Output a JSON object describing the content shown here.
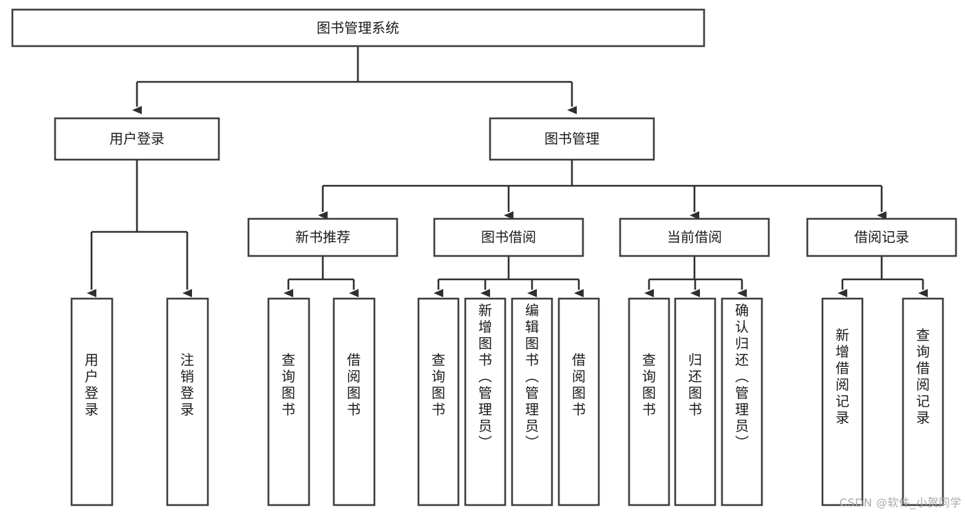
{
  "diagram": {
    "type": "tree-hierarchy",
    "title": "图书管理系统",
    "colors": {
      "background": "#ffffff",
      "box_border": "#3d3d3d",
      "box_fill": "#ffffff",
      "line": "#2f2f2f",
      "text": "#1b1b1b",
      "watermark": "#a9a9a9"
    },
    "root": {
      "label": "图书管理系统"
    },
    "level1": [
      {
        "id": "user-login",
        "label": "用户登录"
      },
      {
        "id": "book-management",
        "label": "图书管理"
      }
    ],
    "level2": [
      {
        "id": "new-book-recommend",
        "label": "新书推荐",
        "parent": "book-management"
      },
      {
        "id": "book-borrow",
        "label": "图书借阅",
        "parent": "book-management"
      },
      {
        "id": "current-borrow",
        "label": "当前借阅",
        "parent": "book-management"
      },
      {
        "id": "borrow-record",
        "label": "借阅记录",
        "parent": "book-management"
      }
    ],
    "leaves": [
      {
        "id": "leaf-user-login",
        "label": "用户登录",
        "parent": "user-login"
      },
      {
        "id": "leaf-logout-login",
        "label": "注销登录",
        "parent": "user-login"
      },
      {
        "id": "leaf-query-book-1",
        "label": "查询图书",
        "parent": "new-book-recommend"
      },
      {
        "id": "leaf-borrow-book-1",
        "label": "借阅图书",
        "parent": "new-book-recommend"
      },
      {
        "id": "leaf-query-book-2",
        "label": "查询图书",
        "parent": "book-borrow"
      },
      {
        "id": "leaf-add-book",
        "label": "新增图书（管理员）",
        "parent": "book-borrow"
      },
      {
        "id": "leaf-edit-book",
        "label": "编辑图书（管理员）",
        "parent": "book-borrow"
      },
      {
        "id": "leaf-borrow-book-2",
        "label": "借阅图书",
        "parent": "book-borrow"
      },
      {
        "id": "leaf-query-book-3",
        "label": "查询图书",
        "parent": "current-borrow"
      },
      {
        "id": "leaf-return-book",
        "label": "归还图书",
        "parent": "current-borrow"
      },
      {
        "id": "leaf-confirm-return",
        "label": "确认归还（管理员）",
        "parent": "current-borrow"
      },
      {
        "id": "leaf-add-record",
        "label": "新增借阅记录",
        "parent": "borrow-record"
      },
      {
        "id": "leaf-query-record",
        "label": "查询借阅记录",
        "parent": "borrow-record"
      }
    ]
  },
  "watermark": {
    "text": "CSDN @软件_小贺同学"
  }
}
